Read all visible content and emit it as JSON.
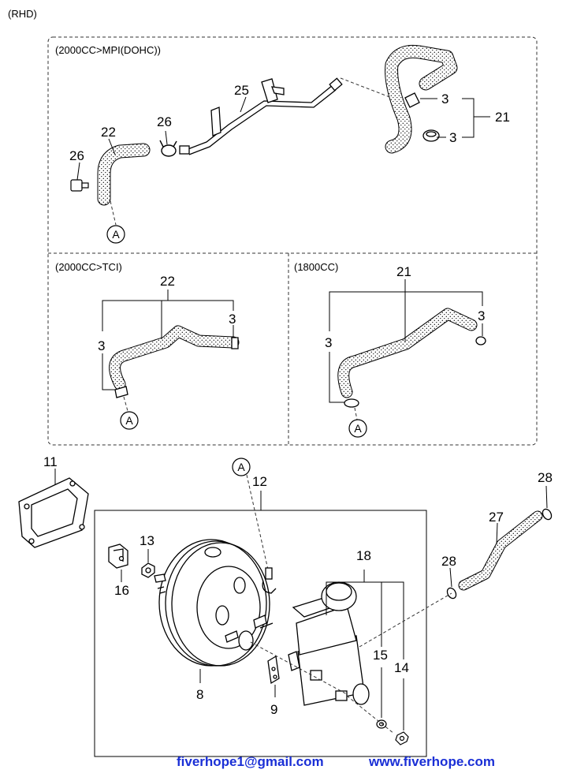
{
  "diagram": {
    "corner_label": "(RHD)",
    "sections": {
      "mpi": "(2000CC>MPI(DOHC))",
      "tci": "(2000CC>TCI)",
      "cc1800": "(1800CC)"
    },
    "callout_letter": "A",
    "parts": {
      "p3": "3",
      "p8": "8",
      "p9": "9",
      "p11": "11",
      "p12": "12",
      "p13": "13",
      "p14": "14",
      "p15": "15",
      "p16": "16",
      "p18": "18",
      "p21": "21",
      "p22": "22",
      "p25": "25",
      "p26": "26",
      "p27": "27",
      "p28": "28"
    }
  },
  "footer": {
    "email": "fiverhope1@gmail.com",
    "website": "www.fiverhope.com"
  }
}
